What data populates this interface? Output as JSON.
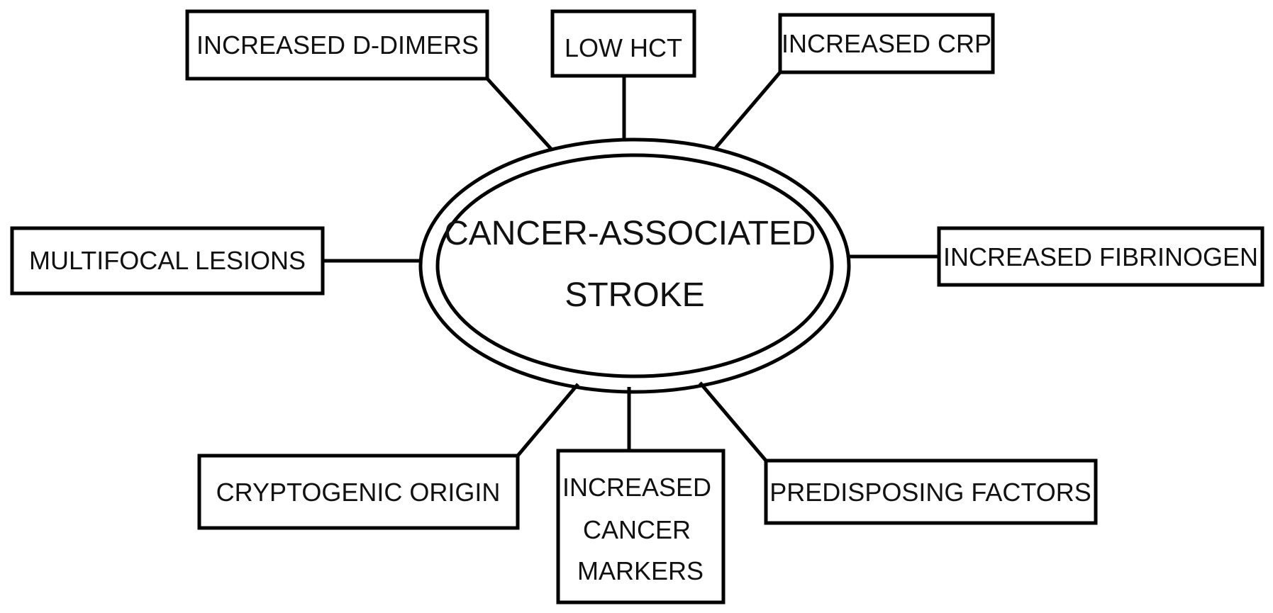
{
  "diagram": {
    "center": {
      "lines": [
        "CANCER-ASSOCIATED",
        "STROKE"
      ]
    },
    "nodes": {
      "d_dimers": {
        "lines": [
          "INCREASED D-DIMERS"
        ]
      },
      "low_hct": {
        "lines": [
          "LOW HCT"
        ]
      },
      "crp": {
        "lines": [
          "INCREASED CRP"
        ]
      },
      "multifocal": {
        "lines": [
          "MULTIFOCAL LESIONS"
        ]
      },
      "fibrinogen": {
        "lines": [
          "INCREASED FIBRINOGEN"
        ]
      },
      "cryptogenic": {
        "lines": [
          "CRYPTOGENIC ORIGIN"
        ]
      },
      "cancer_markers": {
        "lines": [
          "INCREASED",
          "CANCER",
          "MARKERS"
        ]
      },
      "predisposing": {
        "lines": [
          "PREDISPOSING FACTORS"
        ]
      }
    }
  }
}
